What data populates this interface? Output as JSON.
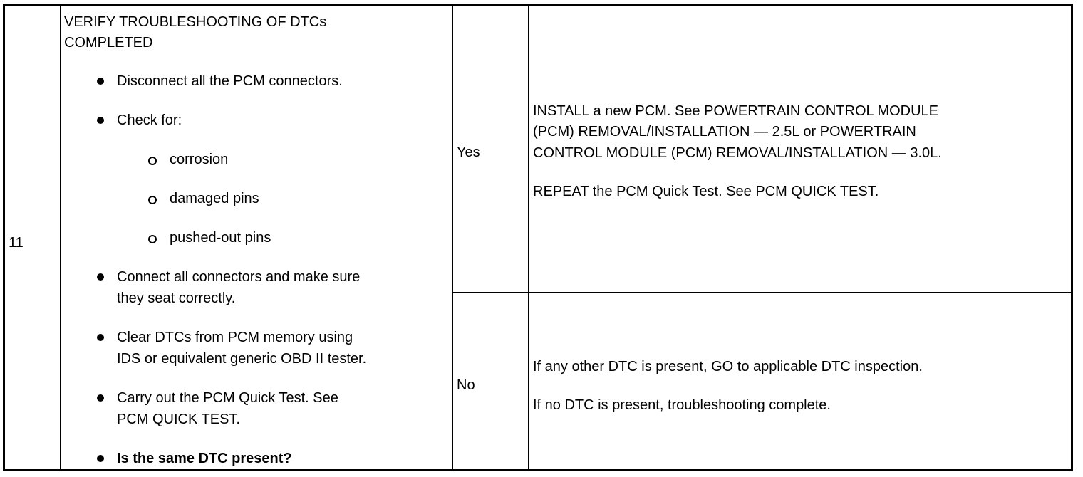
{
  "step": "11",
  "heading_line1": "VERIFY TROUBLESHOOTING OF DTCs",
  "heading_line2": "COMPLETED",
  "actions": {
    "a1": "Disconnect all the PCM connectors.",
    "a2": "Check for:",
    "s1": "corrosion",
    "s2": "damaged pins",
    "s3": "pushed-out pins",
    "a3_l1": "Connect all connectors and make sure",
    "a3_l2": "they seat correctly.",
    "a4_l1": "Clear DTCs from PCM memory using",
    "a4_l2": "IDS or equivalent generic OBD II tester.",
    "a5_l1": "Carry out the PCM Quick Test. See",
    "a5_l2": "PCM QUICK TEST.",
    "a6": "Is the same DTC present?"
  },
  "yes": {
    "label": "Yes",
    "l1": "INSTALL a new PCM. See POWERTRAIN CONTROL MODULE",
    "l2": "(PCM) REMOVAL/INSTALLATION — 2.5L or POWERTRAIN",
    "l3": "CONTROL MODULE (PCM) REMOVAL/INSTALLATION — 3.0L.",
    "l4": "REPEAT the PCM Quick Test. See PCM QUICK TEST."
  },
  "no": {
    "label": "No",
    "l1": "If any other DTC is present, GO to applicable DTC inspection.",
    "l2": "If no DTC is present, troubleshooting complete."
  }
}
